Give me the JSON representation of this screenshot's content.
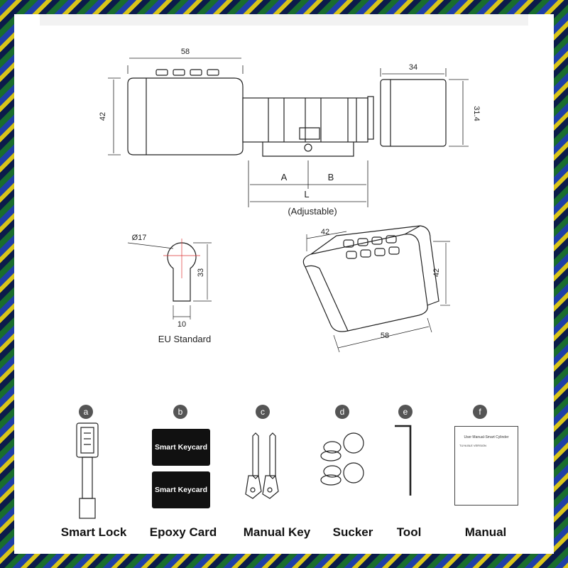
{
  "header": {
    "faint_text": ""
  },
  "dimensions": {
    "body_width": "58",
    "body_height": "42",
    "knob_width": "34",
    "knob_height": "31.4",
    "segment_a": "A",
    "segment_b": "B",
    "length": "L",
    "adjustable_note": "(Adjustable)",
    "eu_diameter": "Ø17",
    "eu_height": "33",
    "eu_width": "10",
    "eu_caption": "EU Standard",
    "iso_top": "42",
    "iso_side": "42",
    "iso_bottom": "58"
  },
  "accessories": [
    {
      "badge": "a",
      "label": "Smart Lock"
    },
    {
      "badge": "b",
      "label": "Epoxy Card"
    },
    {
      "badge": "c",
      "label": "Manual Key"
    },
    {
      "badge": "d",
      "label": "Sucker"
    },
    {
      "badge": "e",
      "label": "Tool"
    },
    {
      "badge": "f",
      "label": "Manual"
    }
  ],
  "cards": {
    "label_1": "Smart Keycard",
    "label_2": "Smart Keycard"
  },
  "manual_doc": {
    "title": "User Manual-Smart Cylinder",
    "subtitle": "TUYA BLE VERSION"
  },
  "colors": {
    "frame_green": "#1a6d2e",
    "frame_blue": "#1f3fa8",
    "frame_yellow": "#d9c51a",
    "badge_gray": "#555555"
  }
}
